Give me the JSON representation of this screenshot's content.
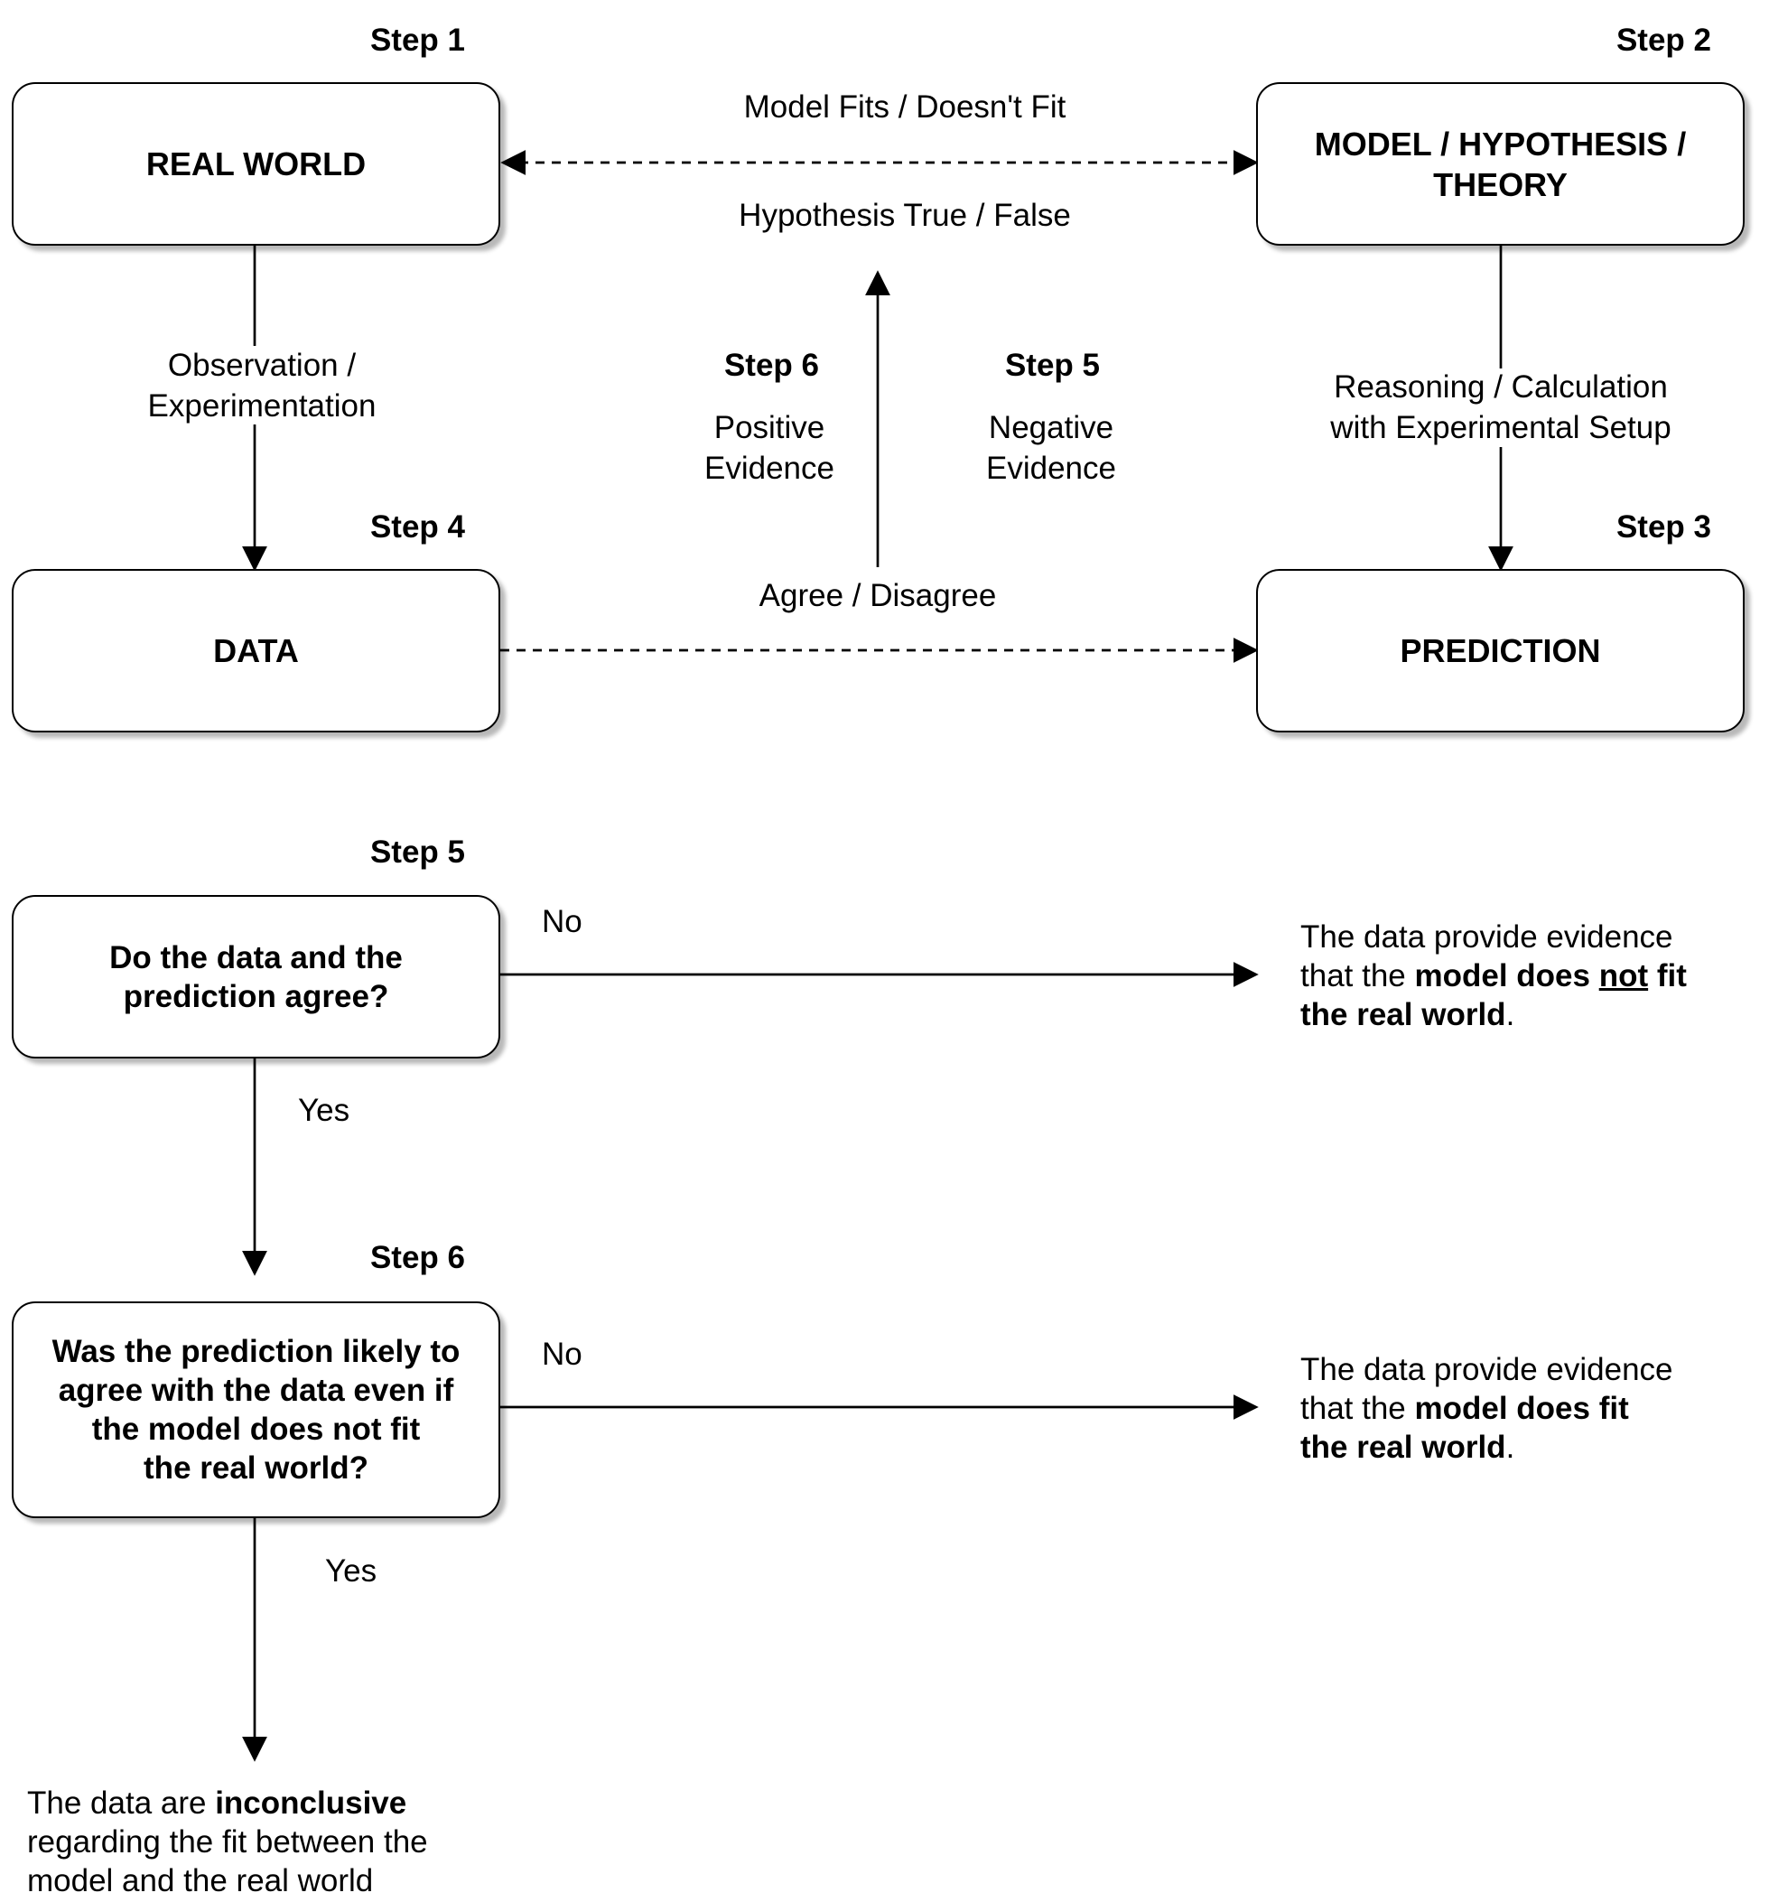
{
  "steps": {
    "step1": "Step 1",
    "step2": "Step 2",
    "step3": "Step 3",
    "step4": "Step 4",
    "step5_top": "Step 5",
    "step6_top": "Step 6",
    "step5_flow": "Step 5",
    "step6_flow": "Step 6"
  },
  "boxes": {
    "real_world": "REAL WORLD",
    "model_line1": "MODEL / HYPOTHESIS /",
    "model_line2": "THEORY",
    "data": "DATA",
    "prediction": "PREDICTION"
  },
  "edge_labels": {
    "model_fits": "Model Fits / Doesn't Fit",
    "hypothesis_true": "Hypothesis True / False",
    "observation_line1": "Observation /",
    "observation_line2": "Experimentation",
    "reasoning_line1": "Reasoning / Calculation",
    "reasoning_line2": "with Experimental Setup",
    "positive_line1": "Positive",
    "positive_line2": "Evidence",
    "negative_line1": "Negative",
    "negative_line2": "Evidence",
    "agree_disagree": "Agree / Disagree"
  },
  "questions": {
    "q1_line1": "Do the data and the",
    "q1_line2": "prediction agree?",
    "q2_line1": "Was the prediction likely to",
    "q2_line2": "agree with the data even if",
    "q2_line3": "the model does not fit",
    "q2_line4": "the real world?"
  },
  "answers": {
    "no_1": "No",
    "yes_1": "Yes",
    "no_2": "No",
    "yes_2": "Yes"
  },
  "outcomes": {
    "not_fit": {
      "line1": "The data provide evidence",
      "line2_a": "that the ",
      "line2_b": "model does ",
      "line2_c": "not",
      "line2_d": " fit",
      "line3_a": "the real world",
      "line3_b": "."
    },
    "fit": {
      "line1": "The data provide evidence",
      "line2_a": "that the ",
      "line2_b": "model does fit",
      "line3_a": "the real world",
      "line3_b": "."
    },
    "inconclusive": {
      "line1_a": "The data are ",
      "line1_b": "inconclusive",
      "line2": "regarding the fit between the",
      "line3": "model and the real world"
    }
  }
}
